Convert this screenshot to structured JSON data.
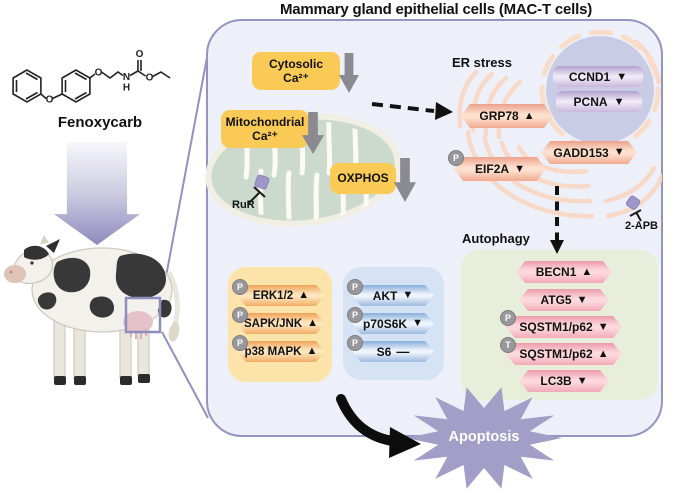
{
  "title": "Mammary gland epithelial cells (MAC-T cells)",
  "compound": {
    "name": "Fenoxycarb",
    "atom_labels": {
      "ether_o": "O",
      "chain_o": "O",
      "carbonyl_o": "O",
      "n": "N",
      "h": "H",
      "ester_o": "O"
    }
  },
  "calcium": {
    "cytosolic": {
      "line1": "Cytosolic",
      "line2": "Ca²⁺",
      "trend": "decrease"
    },
    "mitochondrial": {
      "line1": "Mitochondrial",
      "line2": "Ca²⁺",
      "trend": "decrease"
    }
  },
  "oxphos": {
    "label": "OXPHOS",
    "trend": "decrease"
  },
  "inhibitors": {
    "rur": "RuR",
    "apb": "2-APB"
  },
  "er": {
    "stress_label": "ER stress",
    "markers": [
      {
        "label": "GRP78",
        "arrow": "▲"
      },
      {
        "label": "GADD153",
        "arrow": "▼"
      },
      {
        "label": "EIF2A",
        "arrow": "▼",
        "modifier": "P"
      }
    ]
  },
  "nucleus": {
    "markers": [
      {
        "label": "CCND1",
        "arrow": "▼"
      },
      {
        "label": "PCNA",
        "arrow": "▼"
      }
    ]
  },
  "mapk_panel": {
    "items": [
      {
        "modifier": "P",
        "label": "ERK1/2",
        "arrow": "▲"
      },
      {
        "modifier": "P",
        "label": "SAPK/JNK",
        "arrow": "▲"
      },
      {
        "modifier": "P",
        "label": "p38 MAPK",
        "arrow": "▲"
      }
    ]
  },
  "akt_panel": {
    "items": [
      {
        "modifier": "P",
        "label": "AKT",
        "arrow": "▼"
      },
      {
        "modifier": "P",
        "label": "p70S6K",
        "arrow": "▼"
      },
      {
        "modifier": "P",
        "label": "S6",
        "arrow": "—"
      }
    ]
  },
  "autophagy": {
    "label": "Autophagy",
    "markers": [
      {
        "label": "BECN1",
        "arrow": "▲"
      },
      {
        "label": "ATG5",
        "arrow": "▼"
      },
      {
        "modifier": "P",
        "label": "SQSTM1/p62",
        "arrow": "▼"
      },
      {
        "modifier": "T",
        "label": "SQSTM1/p62",
        "arrow": "▲"
      },
      {
        "label": "LC3B",
        "arrow": "▼"
      }
    ]
  },
  "apoptosis": {
    "label": "Apoptosis"
  },
  "colors": {
    "panel_border": "#9494c2",
    "panel_bg": "#edf0f9",
    "accent_yellow": "#f9ca55",
    "salmon_pill": "#f0a98f",
    "pink_pill": "#f2a9b7",
    "purple_pill": "#c9b8dd",
    "orange_pill": "#f2ad63",
    "blue_pill": "#9cbbe0",
    "mapk_box": "#fbe3a9",
    "akt_box": "#d5e3f5",
    "autophagy_box": "#e7efdb",
    "nucleus": "#c8cce5",
    "er_membrane": "#f8d8c6",
    "mitochondrion": "#cbdacd",
    "star": "#a39ec7",
    "inhibitor_purple": "#9d97ca",
    "gray_arrow": "#8a8a90"
  }
}
